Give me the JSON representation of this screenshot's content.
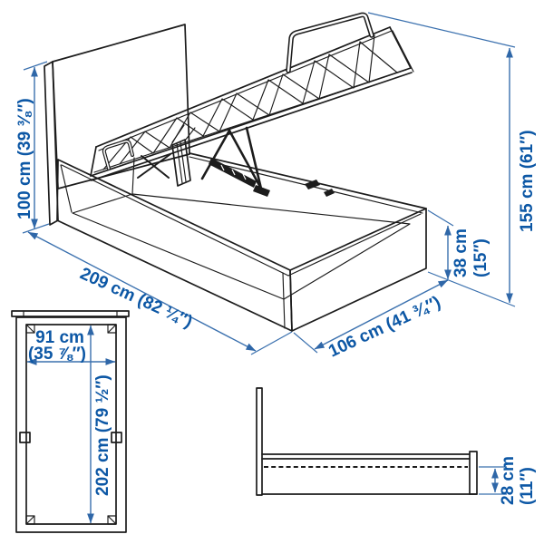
{
  "colors": {
    "background": "#ffffff",
    "line_art": "#1c1c1c",
    "dimension_line": "#3a70ae",
    "dimension_text": "#0c57a5"
  },
  "perspective_view": {
    "dims": {
      "headboard_height": "100 cm (39 ⅜″)",
      "length": "209 cm (82 ¼″)",
      "width": "106 cm (41 ¾″)",
      "frame_height_l1": "38 cm",
      "frame_height_l2": "(15″)",
      "open_height": "155 cm (61″)"
    }
  },
  "top_view": {
    "dims": {
      "inner_width_l1": "91 cm",
      "inner_width_l2": "(35 ⅞″)",
      "inner_length": "202 cm (79 ½″)"
    }
  },
  "side_view": {
    "dims": {
      "base_height_l1": "28 cm",
      "base_height_l2": "(11″)"
    }
  }
}
